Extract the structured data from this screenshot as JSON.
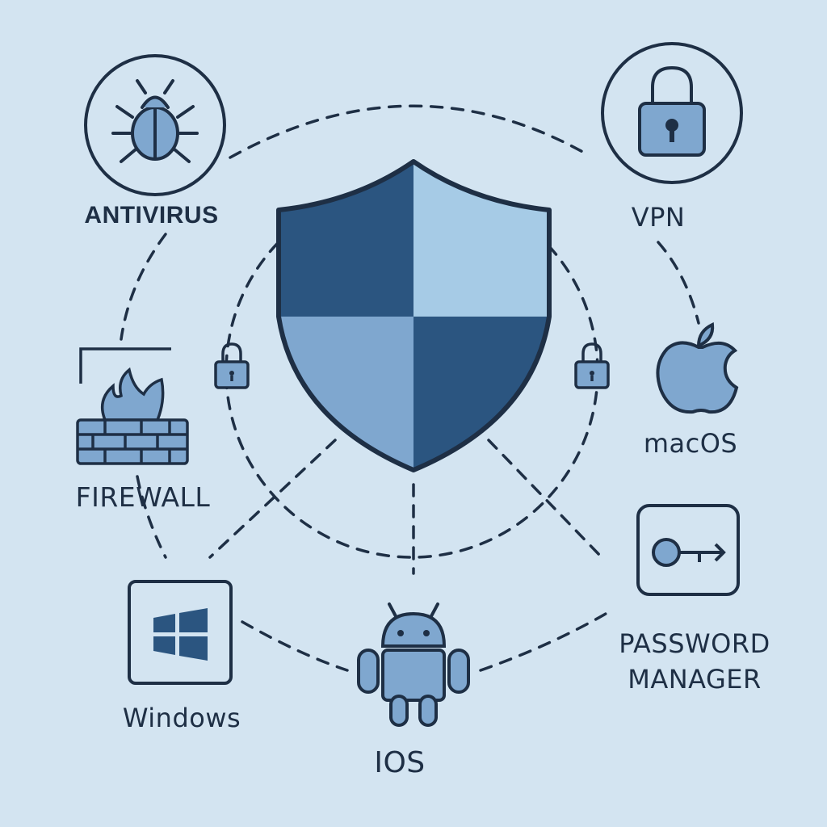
{
  "labels": {
    "antivirus": "ANTIVIRUS",
    "vpn": "VPN",
    "firewall": "FIREWALL",
    "macos": "macOS",
    "password_line1": "PASSWORD",
    "password_line2": "MANAGER",
    "windows": "Windows",
    "ios": "IOS"
  },
  "icons": {
    "center": "shield-icon",
    "antivirus": "bug-icon",
    "vpn": "padlock-icon",
    "firewall": "brick-wall-fire-icon",
    "macos": "apple-icon",
    "password": "key-icon",
    "windows": "windows-logo-icon",
    "ios": "android-robot-icon"
  },
  "colors": {
    "background": "#d3e4f1",
    "dark_blue": "#2b5580",
    "light_blue": "#a6cbe6",
    "mid_blue": "#7fa7cf",
    "outline": "#1e2f45"
  }
}
